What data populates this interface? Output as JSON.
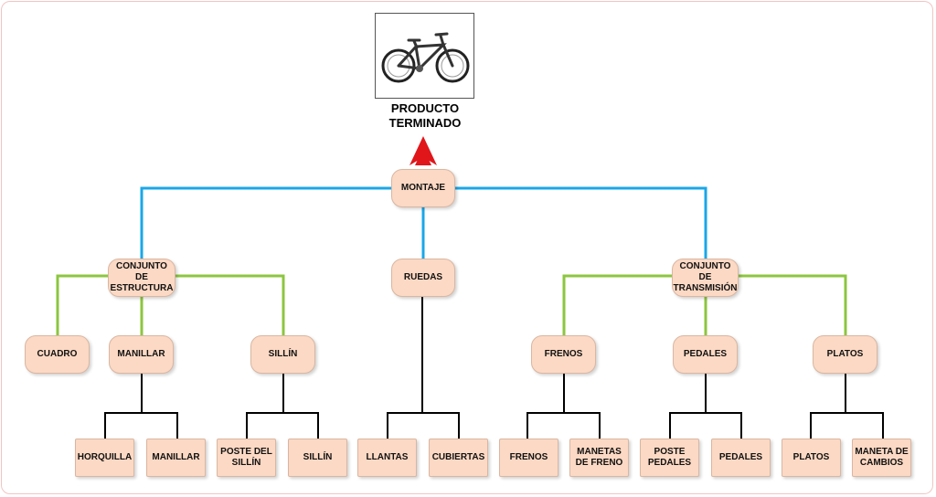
{
  "product": {
    "label": "PRODUCTO\nTERMINADO",
    "icon": "bicycle-icon"
  },
  "colors": {
    "level1": "#1aa7e8",
    "level2": "#8cc63f",
    "level3": "#000000",
    "arrow": "#e0161b",
    "node_fill": "#fcd9c4"
  },
  "nodes": {
    "montaje": "MONTAJE",
    "estructura": "CONJUNTO DE\nESTRUCTURA",
    "ruedas": "RUEDAS",
    "transmision": "CONJUNTO DE\nTRANSMISIÓN",
    "cuadro": "CUADRO",
    "manillar": "MANILLAR",
    "sillin": "SILLÍN",
    "frenos": "FRENOS",
    "pedales": "PEDALES",
    "platos": "PLATOS",
    "p_horquilla": "HORQUILLA",
    "p_manillar": "MANILLAR",
    "p_poste_sillin": "POSTE DEL\nSILLÍN",
    "p_sillin": "SILLÍN",
    "p_llantas": "LLANTAS",
    "p_cubiertas": "CUBIERTAS",
    "p_frenos": "FRENOS",
    "p_manetas_freno": "MANETAS\nDE FRENO",
    "p_poste_pedales": "POSTE\nPEDALES",
    "p_pedales": "PEDALES",
    "p_platos": "PLATOS",
    "p_maneta_cambios": "MANETA DE\nCAMBIOS"
  }
}
